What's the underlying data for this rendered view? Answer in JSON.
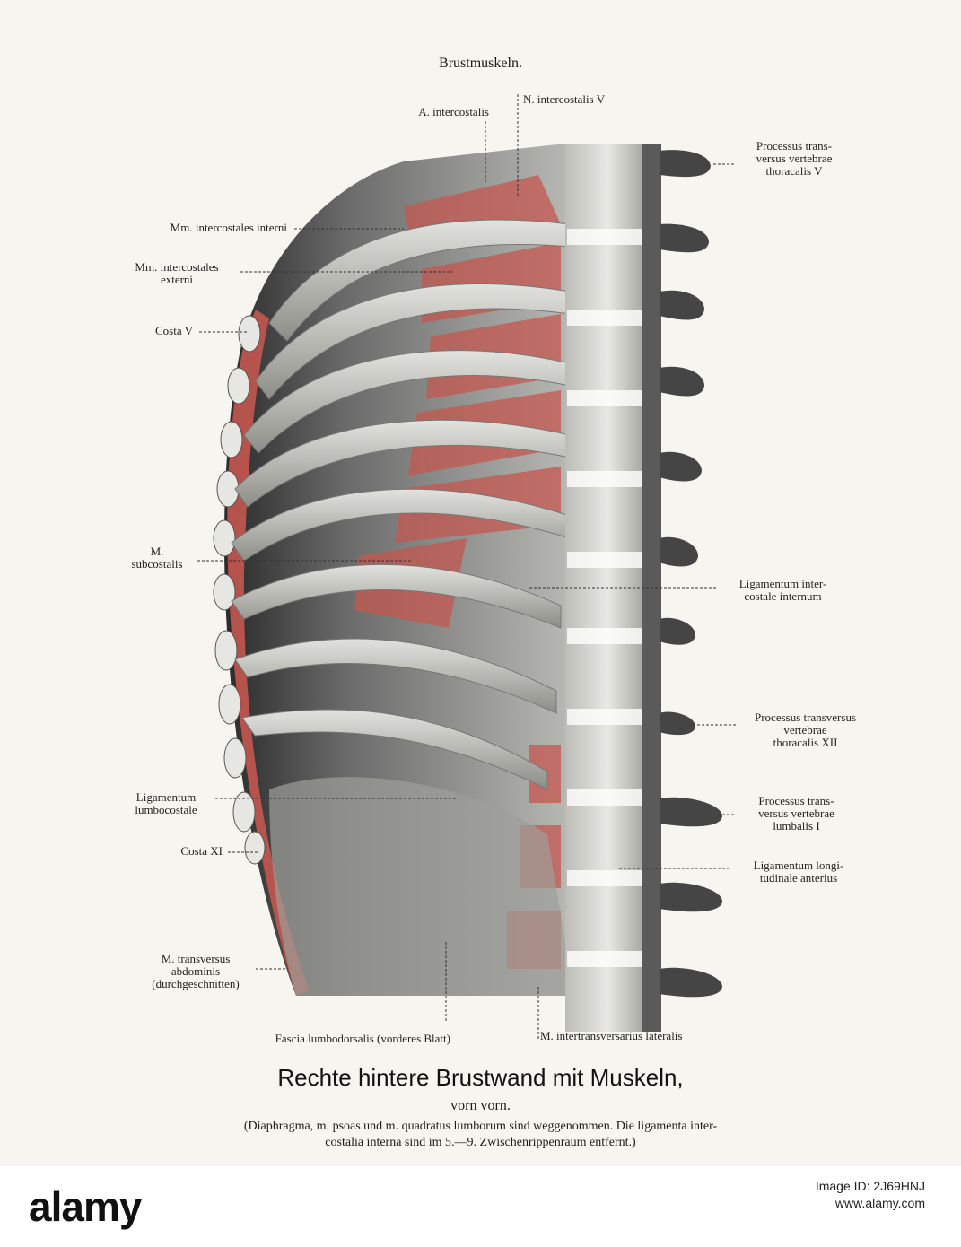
{
  "header": {
    "title": "Brustmuskeln."
  },
  "labels": {
    "a_intercostalis": "A. intercostalis",
    "n_intercostalis": "N. intercostalis V",
    "proc_trans_v": "Processus trans-\nversus vertebrae\nthoracalis V",
    "mm_ic_interni": "Mm. intercostales interni",
    "mm_ic_externi": "Mm. intercostales\nexterni",
    "costa_v": "Costa V",
    "m_subcostalis": "M.\nsubcostalis",
    "lig_ic_internum": "Ligamentum inter-\ncostale internum",
    "proc_trans_xii": "Processus transversus\nvertebrae\nthoracalis XII",
    "lig_lumbocostale": "Ligamentum\nlumbocostale",
    "proc_trans_lumb": "Processus trans-\nversus vertebrae\nlumbalis I",
    "costa_xi": "Costa XI",
    "lig_long_ant": "Ligamentum longi-\ntudinale anterius",
    "m_transversus": "M. transversus\nabdominis\n(durchgeschnitten)",
    "fascia": "Fascia lumbodorsalis (vorderes Blatt)",
    "m_intertrans": "M. intertransversarius lateralis"
  },
  "caption": {
    "title": "Rechte hintere Brustwand mit Muskeln,",
    "subtitle": "vorn vorn.",
    "note_line1": "(Diaphragma, m. psoas und m. quadratus lumborum sind weggenommen.  Die ligamenta inter-",
    "note_line2": "costalia interna sind im 5.—9. Zwischenrippenraum entfernt.)"
  },
  "footer": {
    "logo_bold": "alamy",
    "logo_light": "",
    "tagline": "",
    "image_id_line1": "Image ID: 2J69HNJ",
    "image_id_line2": "www.alamy.com",
    "url": ""
  },
  "colors": {
    "muscle": "#c4574f",
    "bone": "#d4d4d0",
    "shadow": "#3a3a3a",
    "paper": "#f7f5ef"
  }
}
